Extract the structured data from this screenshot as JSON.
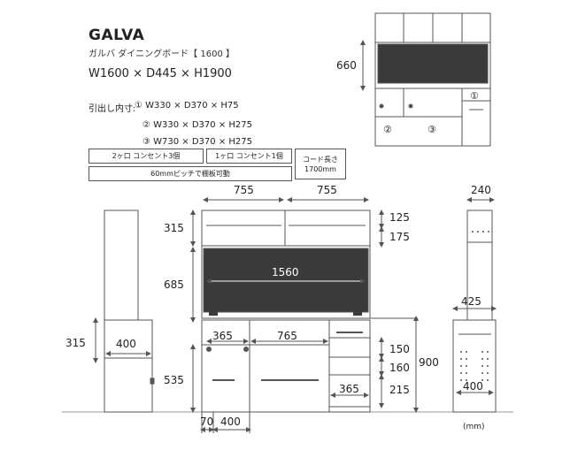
{
  "header": {
    "brand": "GALVA",
    "subtitle": "ガルバ ダイニングボード【 1600 】",
    "dimensions": "W1600 × D445 × H1900",
    "drawer_label": "引出し内寸:",
    "drawers": [
      "① W330 × D370 × H75",
      "② W330 × D370 × H275",
      "③ W730 × D370 × H275"
    ]
  },
  "spec_boxes": {
    "outlet_3": "2ヶ口 コンセント3個",
    "outlet_1": "1ヶ口 コンセント1個",
    "cord_line1": "コード長さ",
    "cord_line2": "1700mm",
    "shelf": "60mmピッチで棚板可動"
  },
  "thumbnail": {
    "height_label": "660",
    "label_1": "①",
    "label_2": "②",
    "label_3": "③"
  },
  "front_view": {
    "top_widths": [
      "755",
      "755"
    ],
    "left_heights": [
      "315",
      "685",
      "535"
    ],
    "right_heights_upper": [
      "125",
      "175"
    ],
    "panel_width": "1560",
    "lower_widths": [
      "365",
      "765"
    ],
    "drawer_heights": [
      "150",
      "160",
      "215"
    ],
    "drawer_width": "365",
    "total_lower_height": "900",
    "bottom_widths": [
      "70",
      "400"
    ]
  },
  "side_view_left": {
    "height": "315",
    "depth": "400"
  },
  "side_view_right": {
    "top_depth": "240",
    "mid_depth": "425",
    "bottom_depth": "400"
  },
  "unit": "(mm)",
  "colors": {
    "line": "#555555",
    "panel": "#3a3a3a",
    "text": "#222222"
  }
}
